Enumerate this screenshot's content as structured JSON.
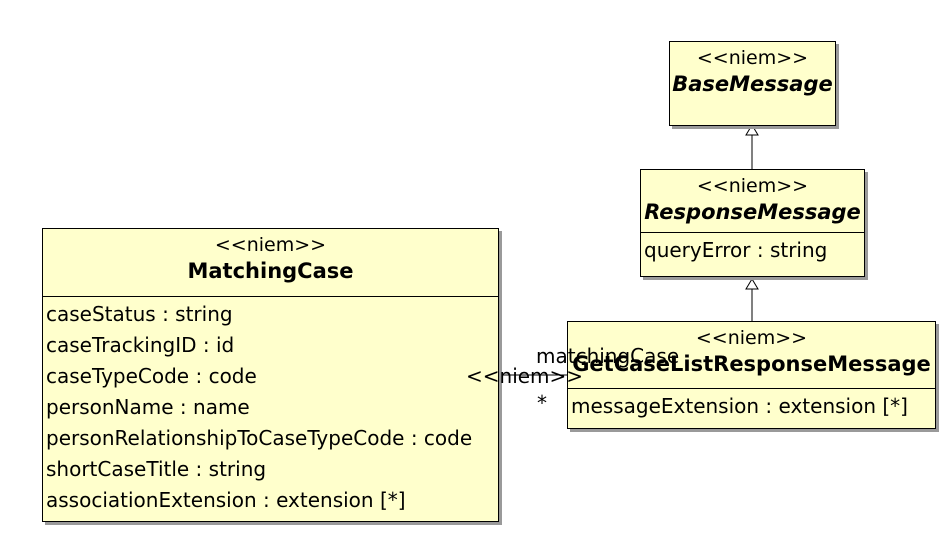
{
  "classes": {
    "base_message": {
      "stereotype": "<<niem>>",
      "name": "BaseMessage"
    },
    "response_message": {
      "stereotype": "<<niem>>",
      "name": "ResponseMessage",
      "attributes": [
        "queryError : string"
      ]
    },
    "matching_case": {
      "stereotype": "<<niem>>",
      "name": "MatchingCase",
      "attributes": [
        "caseStatus : string",
        "caseTrackingID : id",
        "caseTypeCode : code",
        "personName : name",
        "personRelationshipToCaseTypeCode : code",
        "shortCaseTitle : string",
        "associationExtension : extension [*]"
      ]
    },
    "get_case_list_response": {
      "stereotype": "<<niem>>",
      "name": "GetCaseListResponseMessage",
      "attributes": [
        "messageExtension : extension [*]"
      ]
    }
  },
  "association": {
    "role": "matchingCase",
    "stereotype": "<<niem>>",
    "multiplicity": "*"
  }
}
